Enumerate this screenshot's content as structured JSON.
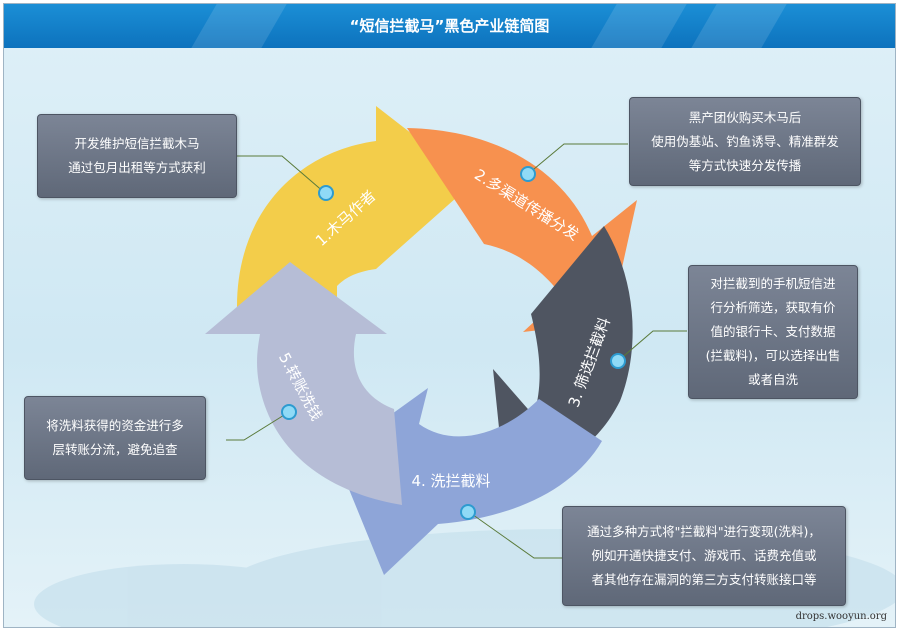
{
  "title": "“短信拦截马”黑色产业链简图",
  "watermark": "drops.wooyun.org",
  "segments": [
    {
      "label": "1.木马作者",
      "color": "#f3cd4a"
    },
    {
      "label": "2.多渠道传播分发",
      "color": "#f7914f"
    },
    {
      "label": "3. 筛选拦截料",
      "color": "#4f5561"
    },
    {
      "label": "4. 洗拦截料",
      "color": "#8ea5d8"
    },
    {
      "label": "5.转账洗钱",
      "color": "#b6bdd6"
    }
  ],
  "callouts": [
    {
      "lines": [
        "开发维护短信拦截木马",
        "通过包月出租等方式获利"
      ]
    },
    {
      "lines": [
        "黑产团伙购买木马后",
        "使用伪基站、钓鱼诱导、精准群发",
        "等方式快速分发传播"
      ]
    },
    {
      "lines": [
        "对拦截到的手机短信进",
        "行分析筛选，获取有价",
        "值的银行卡、支付数据",
        "(拦截料)，可以选择出售",
        "或者自洗"
      ]
    },
    {
      "lines": [
        "通过多种方式将\"拦截料\"进行变现(洗料)，",
        "例如开通快捷支付、游戏币、话费充值或",
        "者其他存在漏洞的第三方支付转账接口等"
      ]
    },
    {
      "lines": [
        "将洗料获得的资金进行多",
        "层转账分流，避免追查"
      ]
    }
  ],
  "colors": {
    "title_bar": "#0d72bd",
    "connector": "#5a7a3a",
    "dot": "#49b8e6"
  }
}
